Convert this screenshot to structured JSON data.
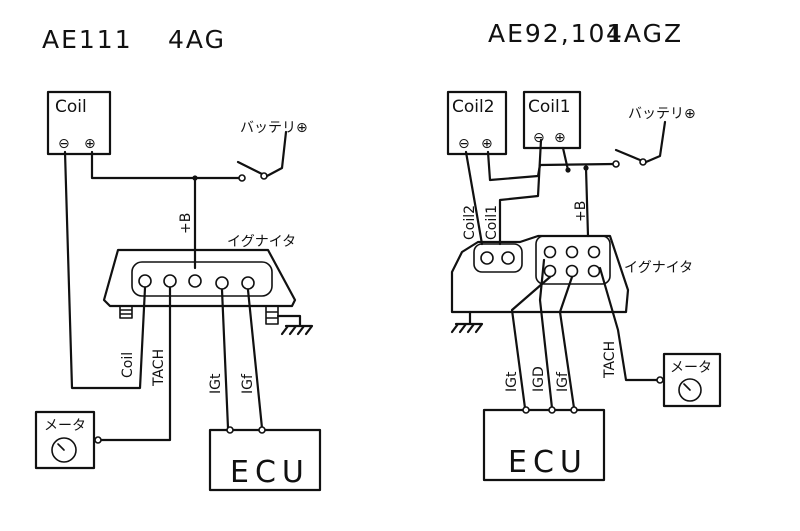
{
  "left": {
    "title_model": "AE111",
    "title_engine": "4AG",
    "coil": "Coil",
    "minus": "⊖",
    "plus": "⊕",
    "battery": "バッテリ⊕",
    "plus_b": "+B",
    "igniter": "イグナイタ",
    "wire_coil": "Coil",
    "wire_tach": "TACH",
    "wire_igt": "IGt",
    "wire_igf": "IGf",
    "meter": "メータ",
    "ecu": "ECU"
  },
  "right": {
    "title_model": "AE92,101",
    "title_engine": "4AGZ",
    "coil2": "Coil2",
    "coil1": "Coil1",
    "minus": "⊖",
    "plus": "⊕",
    "battery": "バッテリ⊕",
    "wire_coil2": "Coil2",
    "wire_coil1": "Coil1",
    "plus_b": "+B",
    "igniter": "イグナイタ",
    "wire_igt": "IGt",
    "wire_igd": "IGD",
    "wire_igf": "IGf",
    "wire_tach": "TACH",
    "meter": "メータ",
    "ecu": "ECU"
  }
}
